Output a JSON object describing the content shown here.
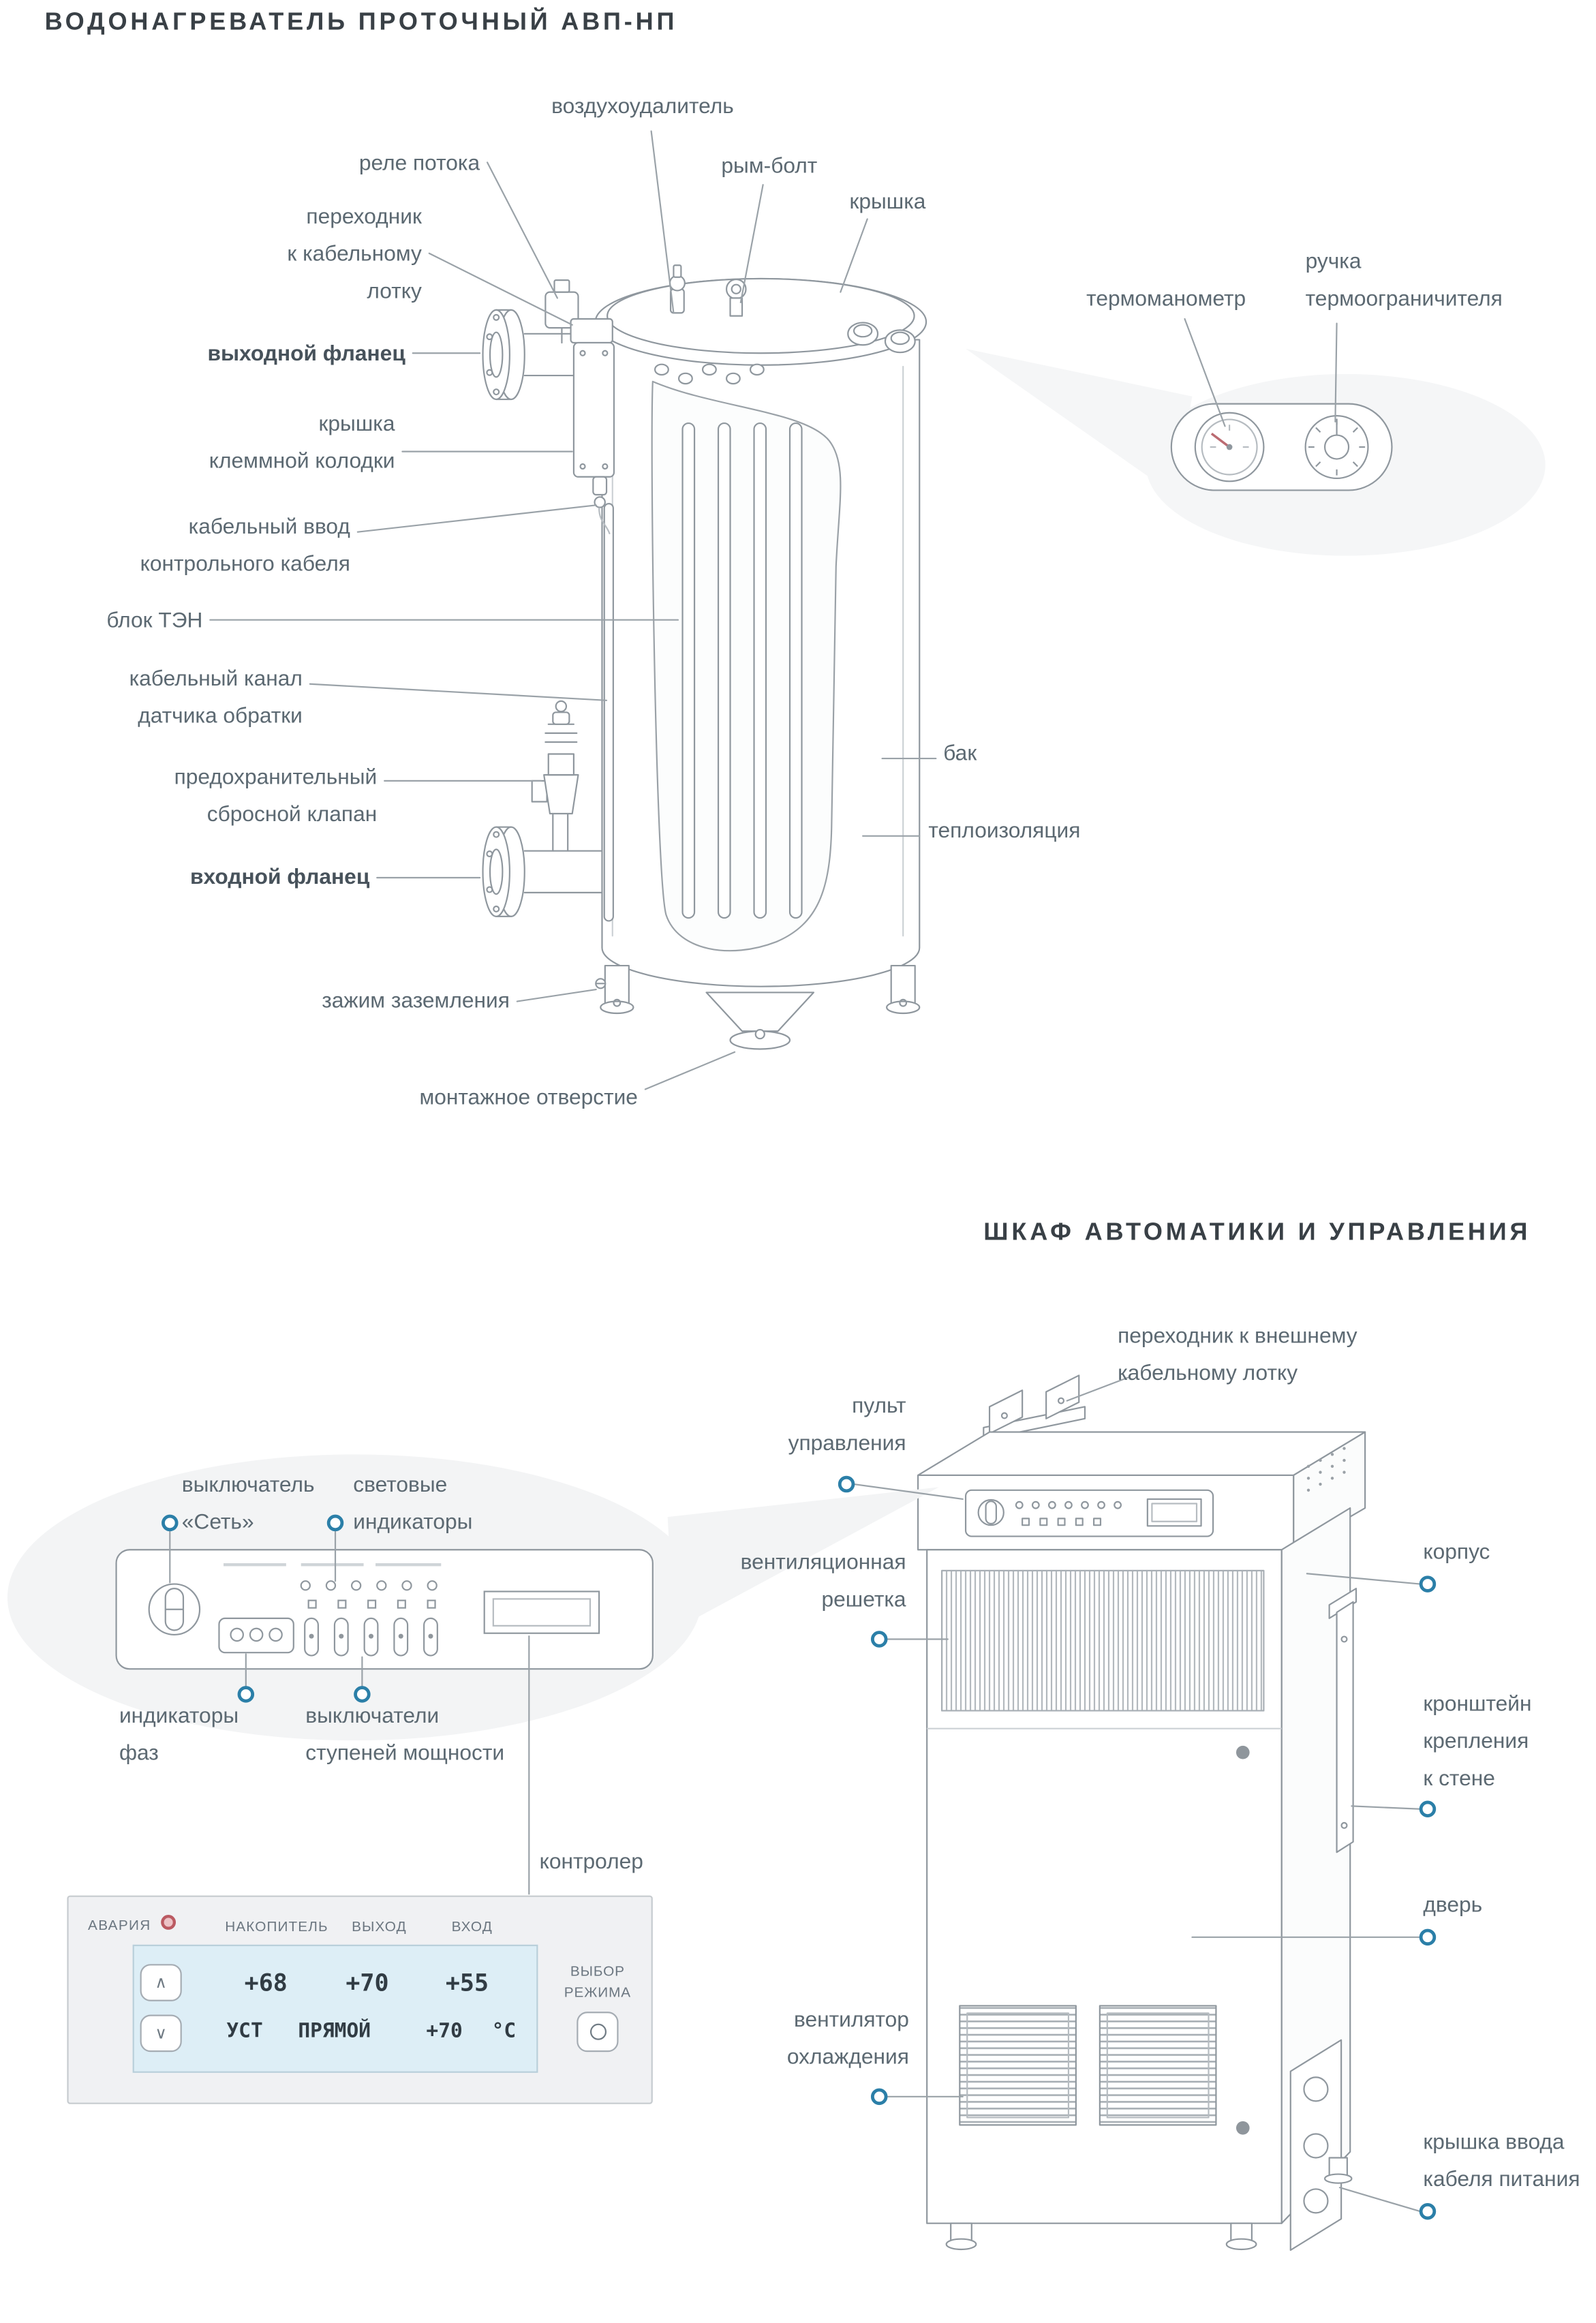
{
  "heater": {
    "title": "ВОДОНАГРЕВАТЕЛЬ ПРОТОЧНЫЙ АВП-НП",
    "labels": {
      "air_vent": "воздухоудалитель",
      "flow_relay": "реле потока",
      "cable_tray_adapter": "переходник\nк кабельному\nлотку",
      "output_flange": "выходной фланец",
      "terminal_cover": "крышка\nклеммной колодки",
      "control_cable_entry": "кабельный ввод\nконтрольного кабеля",
      "heater_block": "блок ТЭН",
      "return_sensor_channel": "кабельный канал\nдатчика обратки",
      "safety_valve": "предохранительный\nсбросной клапан",
      "input_flange": "входной фланец",
      "ground_clamp": "зажим заземления",
      "mounting_hole": "монтажное отверстие",
      "eye_bolt": "рым-болт",
      "lid": "крышка",
      "thermomanometer": "термоманометр",
      "limiter_handle": "ручка\nтермоограничителя",
      "tank": "бак",
      "insulation": "теплоизоляция"
    }
  },
  "cabinet": {
    "title": "ШКАФ АВТОМАТИКИ И УПРАВЛЕНИЯ",
    "labels": {
      "external_tray_adapter": "переходник к внешнему\nкабельному лотку",
      "control_console": "пульт\nуправления",
      "vent_grille": "вентиляционная\nрешетка",
      "housing": "корпус",
      "wall_bracket": "кронштейн\nкрепления\nк стене",
      "door": "дверь",
      "cooling_fan": "вентилятор\nохлаждения",
      "power_cable_cover": "крышка ввода\nкабеля питания",
      "controller": "контролер"
    },
    "panel_labels": {
      "power_switch": "выключатель\n«Сеть»",
      "light_indicators": "световые\nиндикаторы",
      "phase_indicators": "индикаторы\nфаз",
      "stage_switches": "выключатели\nступеней мощности"
    }
  },
  "controller": {
    "alarm": "АВАРИЯ",
    "columns": {
      "storage": "НАКОПИТЕЛЬ",
      "output": "ВЫХОД",
      "input": "ВХОД"
    },
    "values": {
      "storage": "+68",
      "output": "+70",
      "input": "+55"
    },
    "status_row": {
      "set": "УСТ",
      "mode": "ПРЯМОЙ",
      "value": "+70",
      "unit": "°С"
    },
    "mode_select": "ВЫБОР\nРЕЖИМА",
    "btn_up": "∧",
    "btn_down": "∨"
  },
  "colors": {
    "accent_marker": "#2b7fa8",
    "alarm_led": "#bb5a62",
    "label_text": "#5c6972",
    "title_text": "#394046"
  }
}
